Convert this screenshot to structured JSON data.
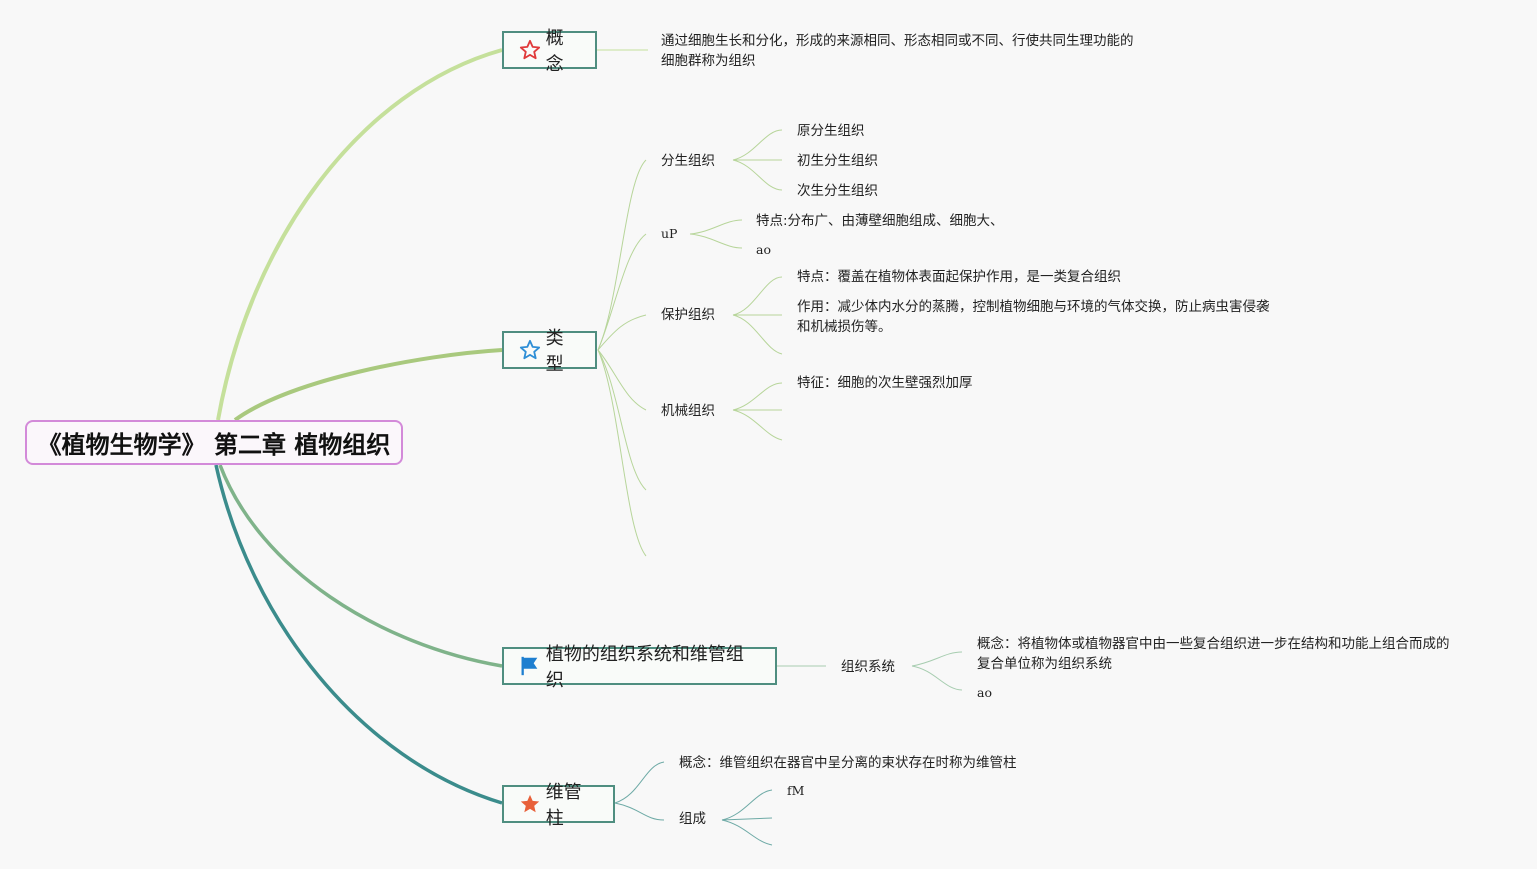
{
  "root": {
    "title": "《植物生物学》 第二章 植物组织"
  },
  "topics": {
    "concept": {
      "label": "概念",
      "icon": "star-outline-red-icon",
      "text_line1": "通过细胞生长和分化，形成的来源相同、形态相同或不同、行使共同生理功能的",
      "text_line2": "细胞群称为组织"
    },
    "types": {
      "label": "类型",
      "icon": "star-outline-blue-icon",
      "meristem": {
        "label": "分生组织",
        "children": [
          "原分生组织",
          "初生分生组织",
          "次生分生组织"
        ]
      },
      "up": {
        "label": "uP",
        "children": [
          "特点:分布广、由薄壁细胞组成、细胞大、",
          "ao"
        ]
      },
      "protective": {
        "label": "保护组织",
        "feature": "特点：覆盖在植物体表面起保护作用，是一类复合组织",
        "function_line1": "作用：减少体内水分的蒸腾，控制植物细胞与环境的气体交换，防止病虫害侵袭",
        "function_line2": "和机械损伤等。"
      },
      "mechanical": {
        "label": "机械组织",
        "feature": "特征：细胞的次生壁强烈加厚"
      }
    },
    "system": {
      "label": "植物的组织系统和维管组织",
      "icon": "flag-blue-icon",
      "child_label": "组织系统",
      "concept_line1": "概念：将植物体或植物器官中由一些复合组织进一步在结构和功能上组合而成的",
      "concept_line2": "复合单位称为组织系统",
      "extra": "ao"
    },
    "column": {
      "label": "维管柱",
      "icon": "star-filled-orange-icon",
      "concept": "概念：维管组织在器官中呈分离的束状存在时称为维管柱",
      "composition": "组成",
      "composition_child": "fM"
    }
  },
  "colors": {
    "branch_concept": "#c5e09b",
    "branch_type": "#a9c97e",
    "branch_system": "#7fb38a",
    "branch_column": "#3b8c8c",
    "topic_border": "#4f8e80",
    "root_border": "#d38ad9"
  }
}
